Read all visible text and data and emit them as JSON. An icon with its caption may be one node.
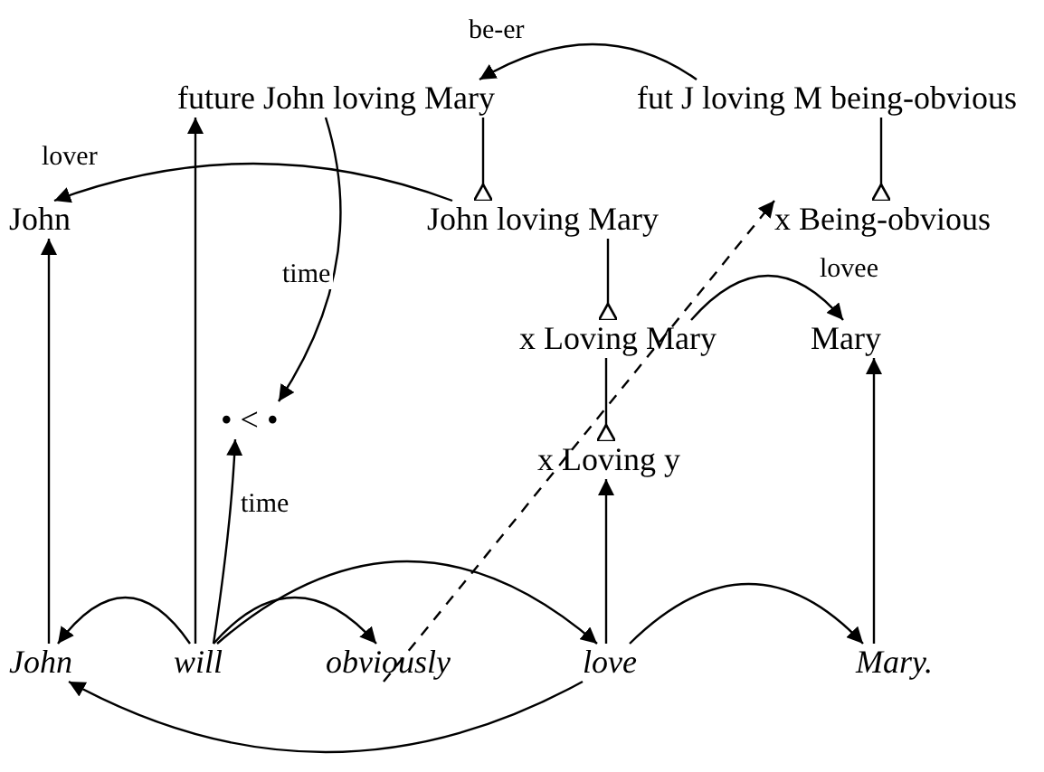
{
  "diagram": {
    "nodes": [
      {
        "text": [
          "future John loving Mary"
        ]
      },
      {
        "text": [
          "fut J loving M being-obvious"
        ]
      },
      {
        "text": [
          "John"
        ]
      },
      {
        "text": [
          "John loving Mary"
        ]
      },
      {
        "text": [
          "x Being-obvious"
        ]
      },
      {
        "text": [
          "x Loving Mary"
        ]
      },
      {
        "text": [
          "Mary"
        ]
      },
      {
        "text": [
          "• < •"
        ]
      },
      {
        "text": [
          "x Loving y"
        ]
      },
      {
        "text": [
          "John"
        ]
      },
      {
        "text": [
          "will"
        ]
      },
      {
        "text": [
          "obviously"
        ]
      },
      {
        "text": [
          "love"
        ]
      },
      {
        "text": [
          "Mary."
        ]
      }
    ],
    "edges": [
      {
        "from": 1,
        "to": 0,
        "arrow": "to",
        "label": "be-er"
      },
      {
        "from": 3,
        "to": 2,
        "arrow": "to",
        "label": "lover"
      },
      {
        "from": 0,
        "to": 3,
        "arrow": "other"
      },
      {
        "from": 1,
        "to": 4,
        "arrow": "other"
      },
      {
        "from": 3,
        "to": 5,
        "arrow": "other"
      },
      {
        "from": 5,
        "to": 8,
        "arrow": "other"
      },
      {
        "from": 0,
        "to": 7,
        "arrow": "to",
        "label": "time"
      },
      {
        "from": 10,
        "to": 7,
        "arrow": "to",
        "label": "time"
      },
      {
        "from": 10,
        "to": 0,
        "arrow": "to"
      },
      {
        "from": 9,
        "to": 2,
        "arrow": "to"
      },
      {
        "from": 10,
        "to": 9,
        "arrow": "to"
      },
      {
        "from": 10,
        "to": 11,
        "arrow": "to"
      },
      {
        "from": 10,
        "to": 12,
        "arrow": "to"
      },
      {
        "from": 12,
        "to": 9,
        "arrow": "to"
      },
      {
        "from": 12,
        "to": 8,
        "arrow": "to"
      },
      {
        "from": 12,
        "to": 13,
        "arrow": "to"
      },
      {
        "from": 13,
        "to": 6,
        "arrow": "to"
      },
      {
        "from": 11,
        "to": 4,
        "arrow": "to",
        "style": "dashed"
      },
      {
        "from": 5,
        "to": 6,
        "arrow": "to",
        "label": "lovee"
      }
    ]
  }
}
